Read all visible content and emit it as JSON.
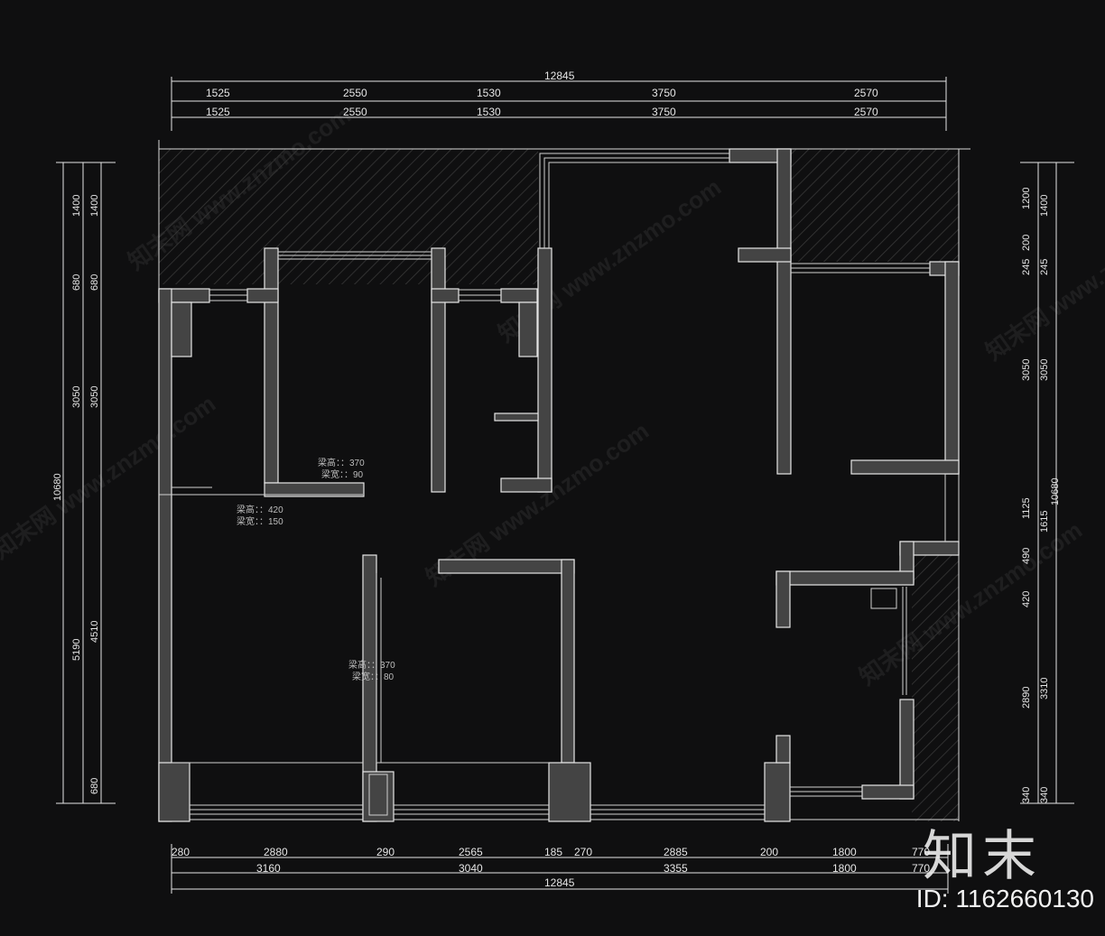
{
  "plan": {
    "top_total": "12845",
    "top_row1": [
      "1525",
      "2550",
      "1530",
      "3750",
      "2570"
    ],
    "top_row2": [
      "1525",
      "2550",
      "1530",
      "3750",
      "2570"
    ],
    "bottom_row1": [
      "280",
      "2880",
      "290",
      "2565",
      "185",
      "270",
      "2885",
      "200",
      "1800",
      "770"
    ],
    "bottom_row2": [
      "3160",
      "3040",
      "3355",
      "1800",
      "770"
    ],
    "bottom_total": "12845",
    "left_total": "10680",
    "left_outer": [
      "1400",
      "680",
      "3050",
      "5190"
    ],
    "left_inner": [
      "1400",
      "680",
      "3050",
      "4510",
      "680"
    ],
    "right_total": "10680",
    "right_outer": [
      "1200",
      "200",
      "245",
      "3050",
      "1125",
      "490",
      "420",
      "2890",
      "340"
    ],
    "right_inner": [
      "1400",
      "245",
      "3050",
      "1615",
      "3310",
      "340"
    ],
    "beams": [
      {
        "h": "梁高：：370",
        "w": "梁宽：：90"
      },
      {
        "h": "梁高：：420",
        "w": "梁宽：：150"
      },
      {
        "h": "梁高：：370",
        "w": "梁宽：：80"
      }
    ],
    "watermark": "知末网 www.znzmo.com"
  },
  "brand": {
    "logo": "知末",
    "id": "ID: 1162660130"
  },
  "colors": {
    "background": "#0f0f10",
    "wall": "#444444",
    "line": "#e6e6e6"
  }
}
